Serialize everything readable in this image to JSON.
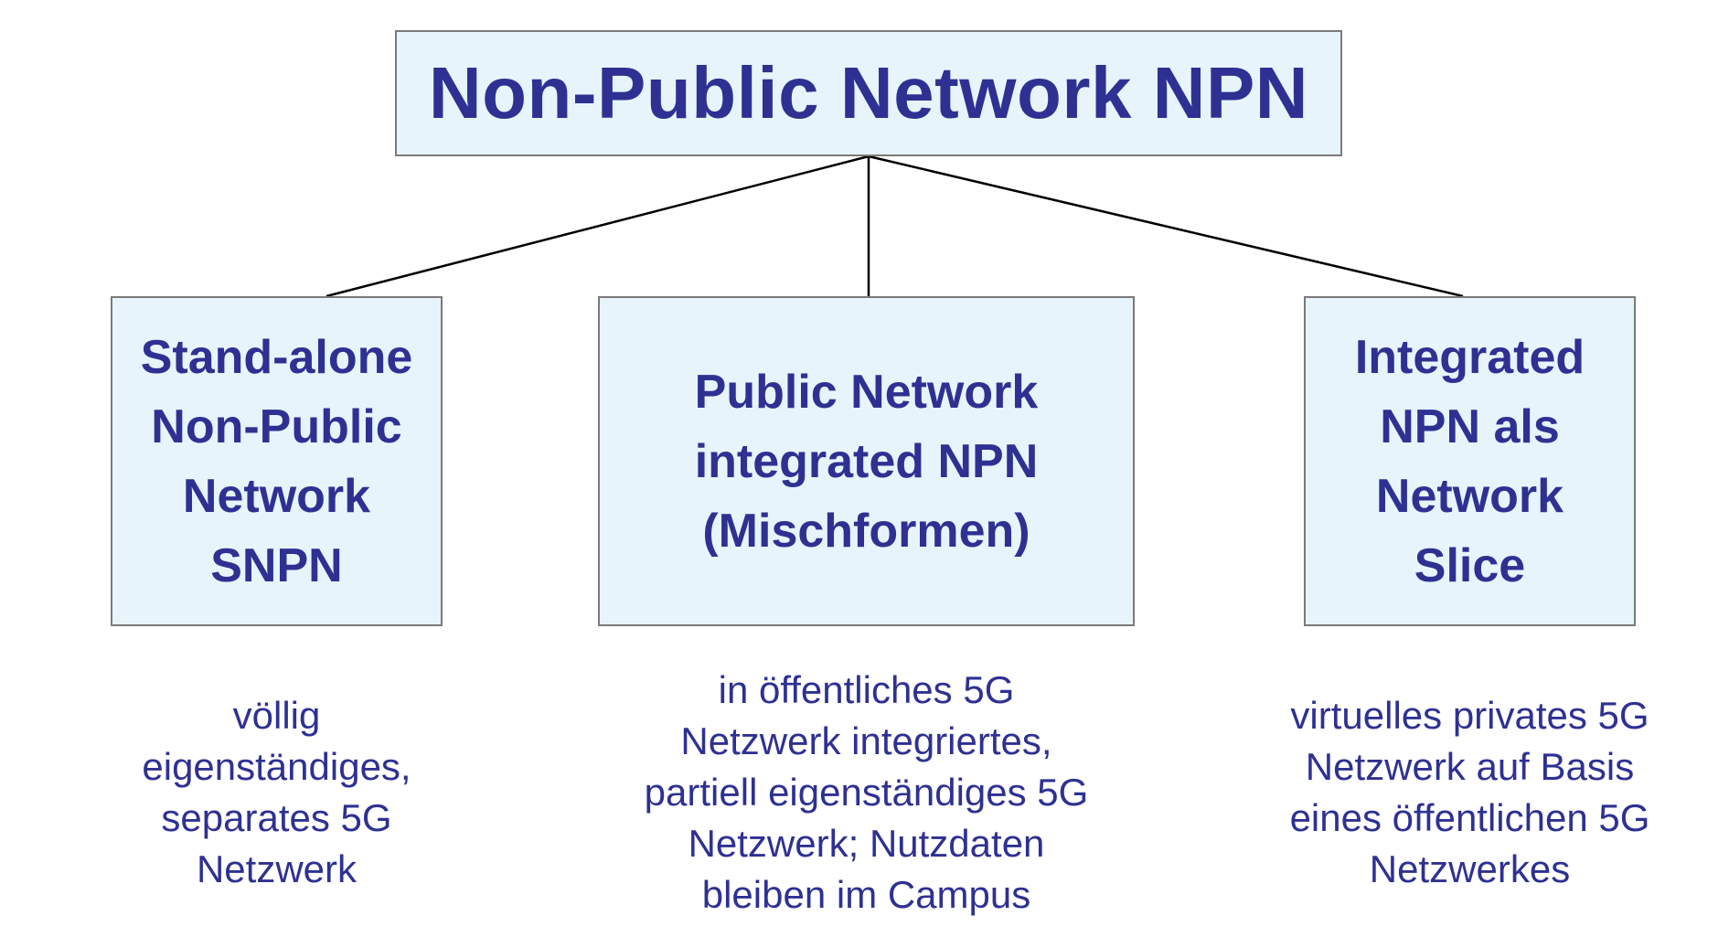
{
  "root": {
    "label": "Non-Public Network NPN"
  },
  "children": [
    {
      "label": "Stand-alone\nNon-Public\nNetwork\nSNPN",
      "description": "völlig\neigenständiges,\nseparates 5G\nNetzwerk"
    },
    {
      "label": "Public Network\nintegrated NPN\n(Mischformen)",
      "description": "in öffentliches 5G\nNetzwerk integriertes,\npartiell eigenständiges 5G\nNetzwerk; Nutzdaten\nbleiben im Campus"
    },
    {
      "label": "Integrated\nNPN als\nNetwork\nSlice",
      "description": "virtuelles privates 5G\nNetzwerk auf Basis\neines öffentlichen 5G\nNetzwerkes"
    }
  ],
  "colors": {
    "text": "#2e3192",
    "box_fill": "#e8f4fc",
    "box_border": "#7a7a7a",
    "connector": "#000000"
  }
}
